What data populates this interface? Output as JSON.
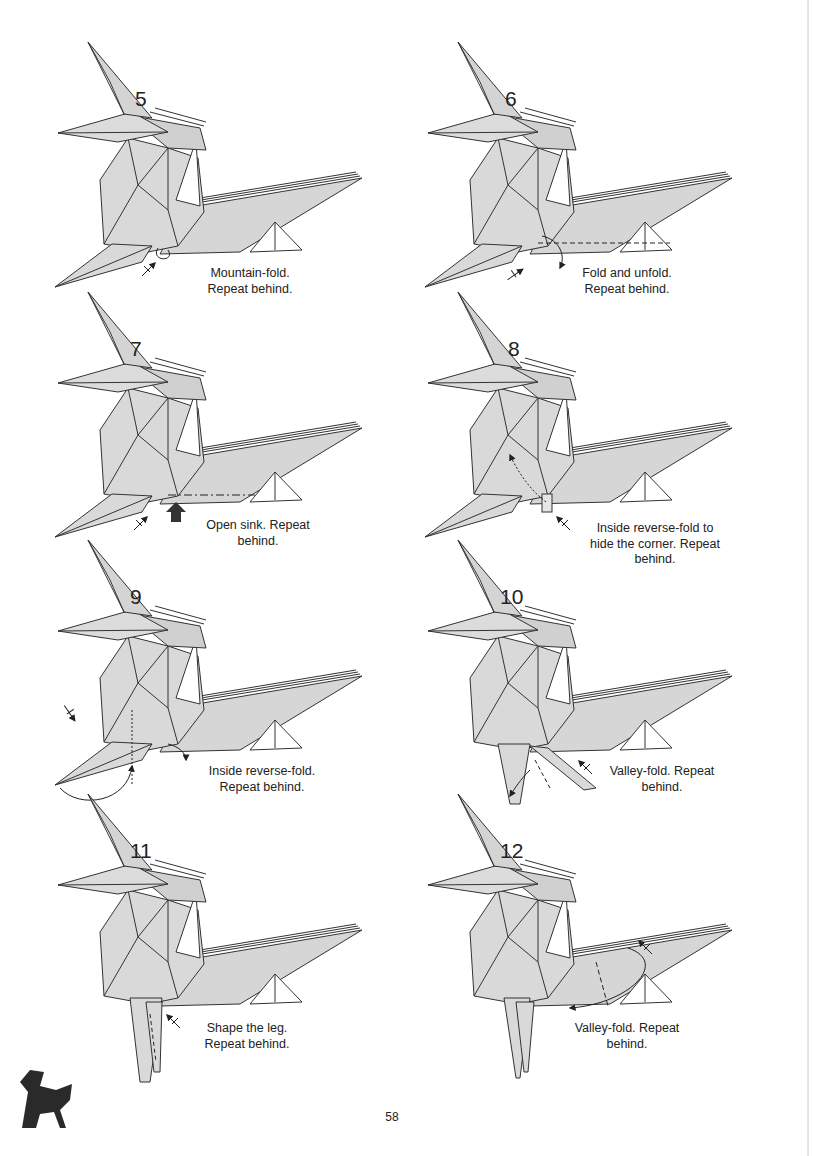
{
  "diagram": {
    "labels": [
      "5",
      "Mountain-fold. Repeat behind.",
      "6",
      "Fold and unfold. Repeat behind.",
      "7",
      "Open sink. Repeat behind.",
      "8",
      "Inside reverse-fold to hide the corner. Repeat behind.",
      "9",
      "Inside reverse-fold. Repeat behind.",
      "10",
      "Valley-fold. Repeat behind.",
      "11",
      "Shape the leg. Repeat behind.",
      "12",
      "Valley-fold. Repeat behind.",
      "58"
    ]
  }
}
